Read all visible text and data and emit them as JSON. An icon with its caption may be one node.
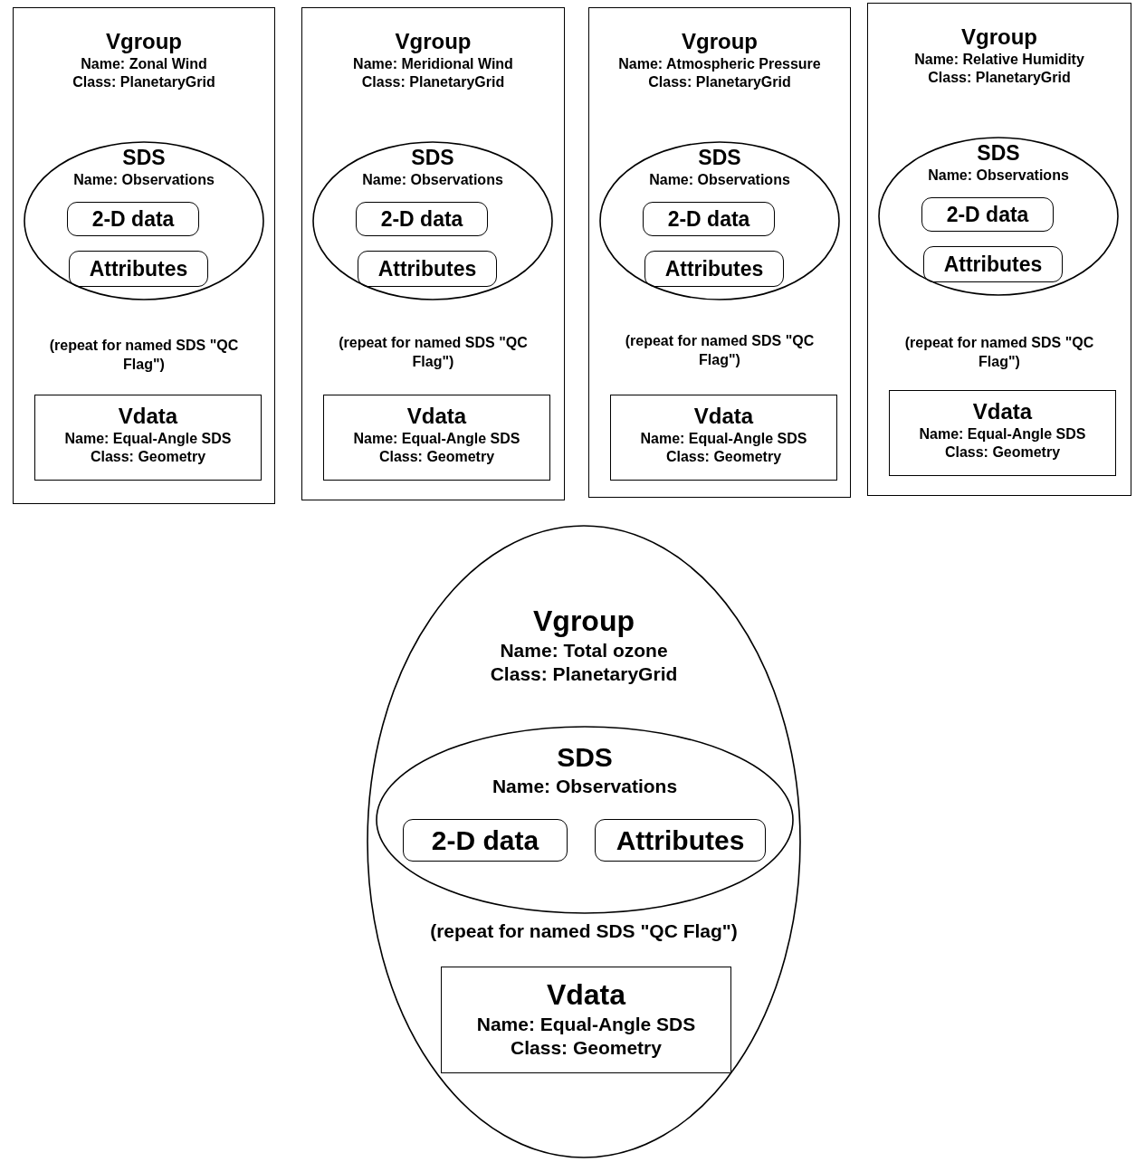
{
  "diagram": {
    "nodes": [
      {
        "text": [
          "Vgroup",
          "Name: Zonal Wind",
          "Class: PlanetaryGrid"
        ]
      },
      {
        "text": [
          "SDS",
          "Name: Observations"
        ],
        "in": 0
      },
      {
        "text": [
          "2-D data"
        ],
        "in": 1
      },
      {
        "text": [
          "Attributes"
        ],
        "in": 1
      },
      {
        "text": [
          "Vdata",
          "Name: Equal-Angle SDS",
          "Class: Geometry"
        ],
        "in": 0
      },
      {
        "text": [
          "Vgroup",
          "Name: Meridional Wind",
          "Class: PlanetaryGrid"
        ]
      },
      {
        "text": [
          "SDS",
          "Name: Observations"
        ],
        "in": 5
      },
      {
        "text": [
          "2-D data"
        ],
        "in": 6
      },
      {
        "text": [
          "Attributes"
        ],
        "in": 6
      },
      {
        "text": [
          "Vdata",
          "Name: Equal-Angle SDS",
          "Class: Geometry"
        ],
        "in": 5
      },
      {
        "text": [
          "Vgroup",
          "Name: Atmospheric Pressure",
          "Class: PlanetaryGrid"
        ]
      },
      {
        "text": [
          "SDS",
          "Name: Observations"
        ],
        "in": 10
      },
      {
        "text": [
          "2-D data"
        ],
        "in": 11
      },
      {
        "text": [
          "Attributes"
        ],
        "in": 11
      },
      {
        "text": [
          "Vdata",
          "Name: Equal-Angle SDS",
          "Class: Geometry"
        ],
        "in": 10
      },
      {
        "text": [
          "Vgroup",
          "Name: Relative Humidity",
          "Class: PlanetaryGrid"
        ]
      },
      {
        "text": [
          "SDS",
          "Name: Observations"
        ],
        "in": 15
      },
      {
        "text": [
          "2-D data"
        ],
        "in": 16
      },
      {
        "text": [
          "Attributes"
        ],
        "in": 16
      },
      {
        "text": [
          "Vdata",
          "Name: Equal-Angle SDS",
          "Class: Geometry"
        ],
        "in": 15
      },
      {
        "text": [
          "Vgroup",
          "Name: Total ozone",
          "Class: PlanetaryGrid"
        ]
      },
      {
        "text": [
          "SDS",
          "Name: Observations"
        ],
        "in": 20
      },
      {
        "text": [
          "2-D data"
        ],
        "in": 21
      },
      {
        "text": [
          "Attributes"
        ],
        "in": 21
      },
      {
        "text": [
          "Vdata",
          "Name: Equal-Angle SDS",
          "Class: Geometry"
        ],
        "in": 20
      }
    ],
    "edges": [],
    "labels": [
      "(repeat for named SDS \"QC Flag\")",
      "(repeat for named SDS \"QC Flag\")",
      "(repeat for named SDS \"QC Flag\")",
      "(repeat for named SDS \"QC Flag\")",
      "(repeat for named SDS \"QC Flag\")"
    ]
  }
}
